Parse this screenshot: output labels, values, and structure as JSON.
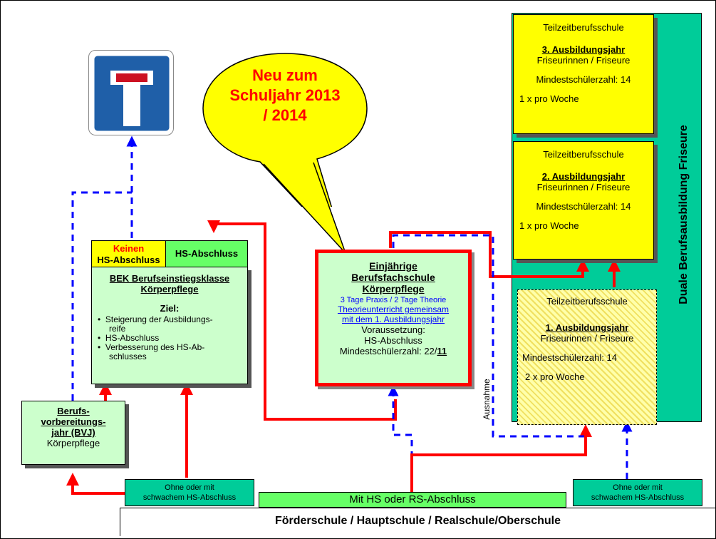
{
  "callout": {
    "line1": "Neu zum",
    "line2": "Schuljahr 2013",
    "line3": "/ 2014"
  },
  "dual": {
    "side_label": "Duale Berufsausbildung Friseure",
    "year3": {
      "school": "Teilzeitberufsschule",
      "year": "3. Ausbildungsjahr",
      "profession": "Friseurinnen / Friseure",
      "min": "Mindestschülerzahl: 14",
      "freq": "1 x pro Woche"
    },
    "year2": {
      "school": "Teilzeitberufsschule",
      "year": "2. Ausbildungsjahr",
      "profession": "Friseurinnen / Friseure",
      "min": "Mindestschülerzahl: 14",
      "freq": "1 x pro Woche"
    },
    "year1": {
      "school": "Teilzeitberufsschule",
      "year": "1. Ausbildungsjahr",
      "profession": "Friseurinnen / Friseure",
      "min": "Mindestschülerzahl: 14",
      "freq": "2 x pro Woche"
    }
  },
  "bek": {
    "tab_keinen": "Keinen",
    "tab_hs1": "HS-Abschluss",
    "tab_hs2": "HS-Abschluss",
    "title1": "BEK Berufseinstiegsklasse",
    "title2": "Körperpflege",
    "ziel": "Ziel:",
    "bullets": [
      {
        "l1": "Steigerung der Ausbildungs-",
        "l2": "reife"
      },
      {
        "l1": "HS-Abschluss",
        "l2": ""
      },
      {
        "l1": "Verbesserung des HS-Ab-",
        "l2": "schlusses"
      }
    ]
  },
  "bfs": {
    "title1": "Einjährige",
    "title2": "Berufsfachschule",
    "title3": "Körperpflege",
    "praxis": "3 Tage Praxis / 2 Tage Theorie",
    "link1": "Theorieunterricht gemeinsam",
    "link2": "mit dem 1. Ausbildungsjahr",
    "vor1": "Voraussetzung:",
    "vor2": "HS-Abschluss",
    "min_prefix": "Mindestschülerzahl: 22/",
    "min_bold": "11"
  },
  "bvj": {
    "l1": "Berufs-",
    "l2": "vorbereitungs-",
    "l3": "jahr (BVJ)",
    "l4": "Körperpflege"
  },
  "ausnahme": "Ausnahme",
  "bottom": {
    "left": {
      "l1": "Ohne oder mit",
      "l2": "schwachem HS-Abschluss"
    },
    "right": {
      "l1": "Ohne oder mit",
      "l2": "schwachem HS-Abschluss"
    },
    "middle": "Mit HS oder RS-Abschluss",
    "school": "Förderschule / Hauptschule / Realschule/Oberschule"
  },
  "colors": {
    "yellow": "#ffff00",
    "lightgreen": "#ccffcc",
    "teal": "#00cc99",
    "red": "#ff0000",
    "blue": "#0000ff",
    "green": "#66ff66"
  }
}
